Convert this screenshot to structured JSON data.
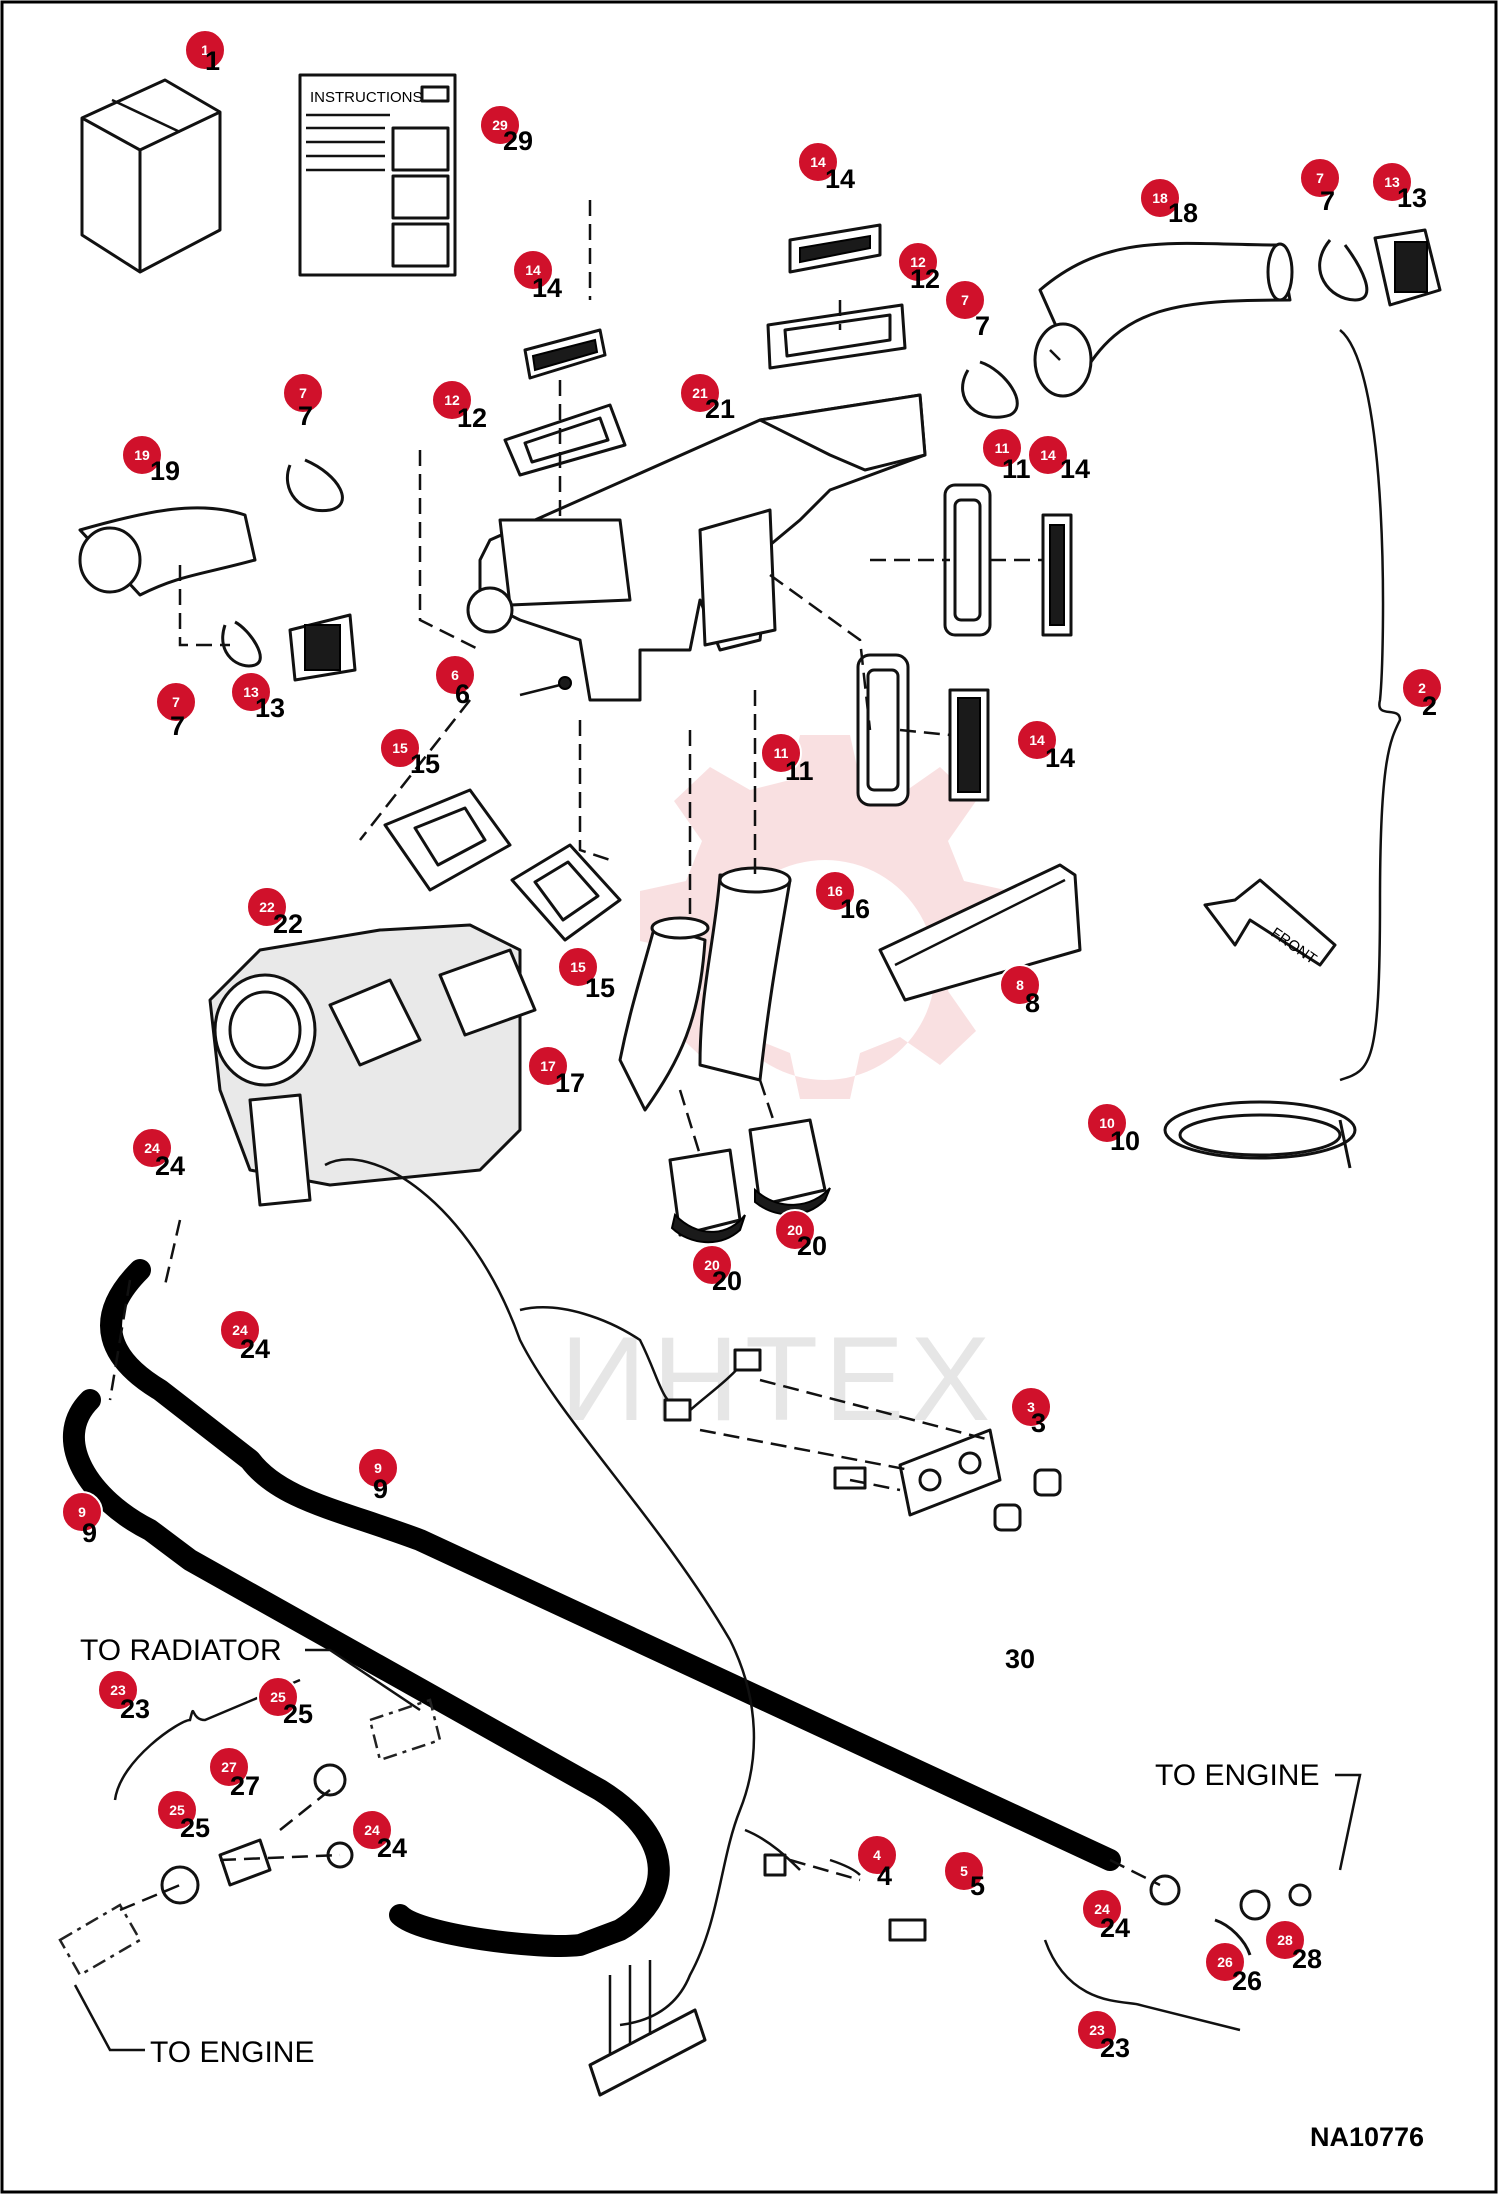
{
  "diagram": {
    "drawing_number": "NA10776",
    "watermark": "ИНТЕХ",
    "instructions_label": "INSTRUCTIONS",
    "front_label": "FRONT",
    "labels": {
      "to_radiator": "TO RADIATOR",
      "to_engine_right": "TO ENGINE",
      "to_engine_left": "TO ENGINE"
    },
    "free_number": "30",
    "colors": {
      "callout": "#d0112b",
      "watermark": "#f4c6c9"
    }
  },
  "callouts": [
    {
      "id": "c1",
      "number": "1"
    },
    {
      "id": "c29",
      "number": "29"
    },
    {
      "id": "c14a",
      "number": "14"
    },
    {
      "id": "c12a",
      "number": "12"
    },
    {
      "id": "c7a",
      "number": "7"
    },
    {
      "id": "c18",
      "number": "18"
    },
    {
      "id": "c7b",
      "number": "7"
    },
    {
      "id": "c13a",
      "number": "13"
    },
    {
      "id": "c14b",
      "number": "14"
    },
    {
      "id": "c12b",
      "number": "12"
    },
    {
      "id": "c21",
      "number": "21"
    },
    {
      "id": "c7c",
      "number": "7"
    },
    {
      "id": "c19",
      "number": "19"
    },
    {
      "id": "c11a",
      "number": "11"
    },
    {
      "id": "c14c",
      "number": "14"
    },
    {
      "id": "c6",
      "number": "6"
    },
    {
      "id": "c7d",
      "number": "7"
    },
    {
      "id": "c13b",
      "number": "13"
    },
    {
      "id": "c2",
      "number": "2"
    },
    {
      "id": "c11b",
      "number": "11"
    },
    {
      "id": "c14d",
      "number": "14"
    },
    {
      "id": "c15a",
      "number": "15"
    },
    {
      "id": "c16",
      "number": "16"
    },
    {
      "id": "c22",
      "number": "22"
    },
    {
      "id": "c15b",
      "number": "15"
    },
    {
      "id": "c8",
      "number": "8"
    },
    {
      "id": "c17",
      "number": "17"
    },
    {
      "id": "c10",
      "number": "10"
    },
    {
      "id": "c24a",
      "number": "24"
    },
    {
      "id": "c20a",
      "number": "20"
    },
    {
      "id": "c20b",
      "number": "20"
    },
    {
      "id": "c24b",
      "number": "24"
    },
    {
      "id": "c3",
      "number": "3"
    },
    {
      "id": "c9a",
      "number": "9"
    },
    {
      "id": "c9b",
      "number": "9"
    },
    {
      "id": "c23a",
      "number": "23"
    },
    {
      "id": "c25a",
      "number": "25"
    },
    {
      "id": "c27",
      "number": "27"
    },
    {
      "id": "c25b",
      "number": "25"
    },
    {
      "id": "c24c",
      "number": "24"
    },
    {
      "id": "c4",
      "number": "4"
    },
    {
      "id": "c5",
      "number": "5"
    },
    {
      "id": "c24d",
      "number": "24"
    },
    {
      "id": "c28",
      "number": "28"
    },
    {
      "id": "c26",
      "number": "26"
    },
    {
      "id": "c23b",
      "number": "23"
    }
  ]
}
